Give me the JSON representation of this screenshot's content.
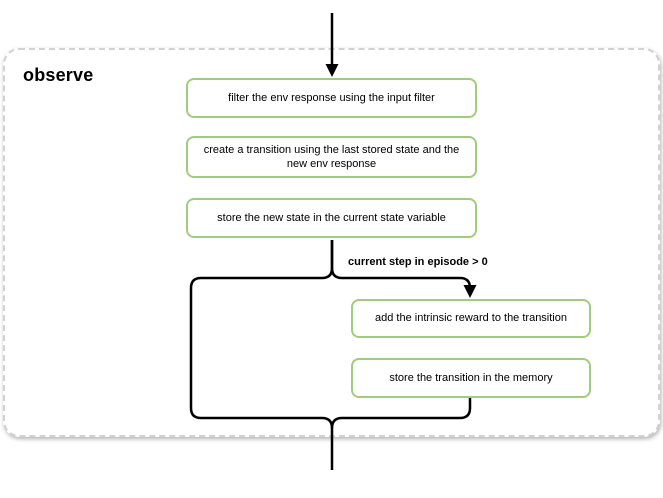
{
  "container": {
    "title": "observe"
  },
  "nodes": [
    {
      "id": "filter-env-response",
      "label": "filter the env response using the input filter"
    },
    {
      "id": "create-transition",
      "label": "create a transition using the last stored state and the new env response"
    },
    {
      "id": "store-new-state",
      "label": "store the new state in the current state variable"
    },
    {
      "id": "add-intrinsic-reward",
      "label": "add the intrinsic reward to the transition"
    },
    {
      "id": "store-transition",
      "label": "store the transition in the memory"
    }
  ],
  "condition_label": "current step in episode > 0",
  "edges": [
    {
      "from": "top-entry",
      "to": "filter-env-response",
      "arrow": true
    },
    {
      "from": "store-new-state",
      "to": "add-intrinsic-reward",
      "arrow": true,
      "label": "current step in episode > 0"
    },
    {
      "from": "store-new-state",
      "to": "bottom-exit",
      "via": "left-bypass",
      "arrow": false
    },
    {
      "from": "store-transition",
      "to": "bottom-exit",
      "arrow": false
    }
  ],
  "colors": {
    "background": "#ffffff",
    "node_border": "#a0cd7d",
    "node_fill": "#ffffff",
    "connector": "#000000",
    "container_border": "#d2d2d2",
    "text": "#000000"
  }
}
